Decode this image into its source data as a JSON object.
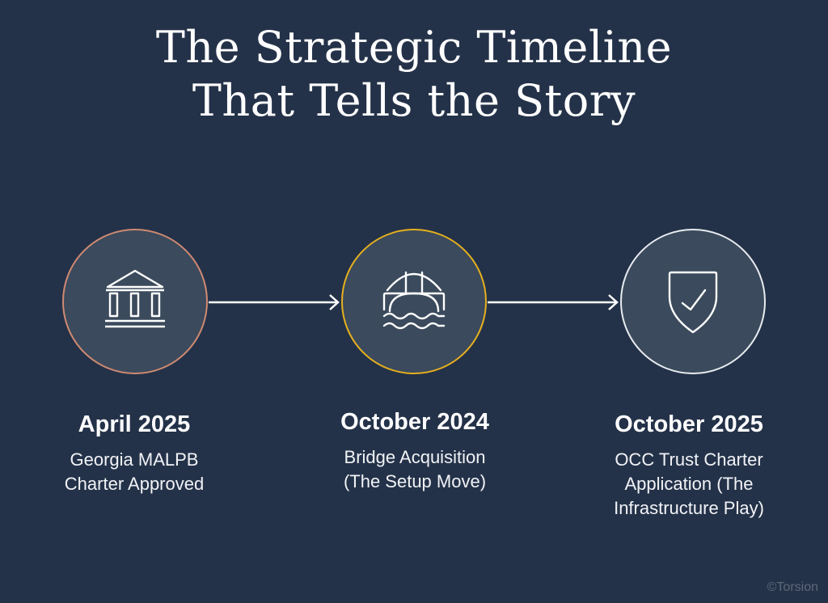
{
  "title": {
    "line1": "The Strategic Timeline",
    "line2": "That Tells the Story"
  },
  "colors": {
    "background": "#243249",
    "node_fill": "#3b4a5c",
    "node1_border": "#d08a72",
    "node2_border": "#e6b01e",
    "node3_border": "#e8ecf0",
    "arrow": "#ffffff"
  },
  "timeline": [
    {
      "icon": "bank-building-icon",
      "date": "April 2025",
      "desc_line1": "Georgia MALPB",
      "desc_line2": "Charter Approved",
      "desc_line3": ""
    },
    {
      "icon": "bridge-over-water-icon",
      "date": "October 2024",
      "desc_line1": "Bridge Acquisition",
      "desc_line2": "(The Setup Move)",
      "desc_line3": ""
    },
    {
      "icon": "shield-check-icon",
      "date": "October 2025",
      "desc_line1": "OCC Trust Charter",
      "desc_line2": "Application (The",
      "desc_line3": "Infrastructure Play)"
    }
  ],
  "footer": {
    "copyright": "©Torsion"
  }
}
